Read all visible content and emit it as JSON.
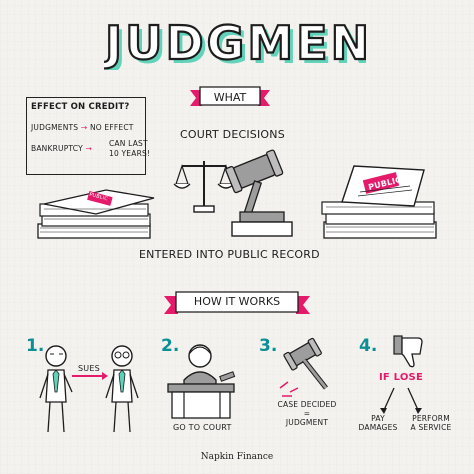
{
  "title": "JUDGMENTS",
  "banners": {
    "what": "WHAT",
    "how": "HOW IT WORKS"
  },
  "effect_box": {
    "heading": "EFFECT ON CREDIT?",
    "row1_left": "JUDGMENTS",
    "row1_right": "NO EFFECT",
    "row2_left": "BANKRUPTCY",
    "row2_right_line1": "CAN LAST",
    "row2_right_line2": "10 YEARS!"
  },
  "court_decisions": "COURT DECISIONS",
  "public_label": "PUBLIC",
  "entered_record": "ENTERED INTO PUBLIC RECORD",
  "steps": [
    {
      "number": "1.",
      "label": "SUES"
    },
    {
      "number": "2.",
      "label": "GO TO COURT"
    },
    {
      "number": "3.",
      "label_line1": "CASE DECIDED",
      "label_eq": "=",
      "label_line2": "JUDGMENT"
    },
    {
      "number": "4.",
      "if_lose": "IF LOSE",
      "option1_line1": "PAY",
      "option1_line2": "DAMAGES",
      "option2_line1": "PERFORM",
      "option2_line2": "A SERVICE"
    }
  ],
  "brand": "Napkin Finance",
  "colors": {
    "accent_pink": "#e51a6b",
    "teal": "#0b8f95",
    "mint": "#5fd1b8",
    "ink": "#1d1d1d"
  }
}
